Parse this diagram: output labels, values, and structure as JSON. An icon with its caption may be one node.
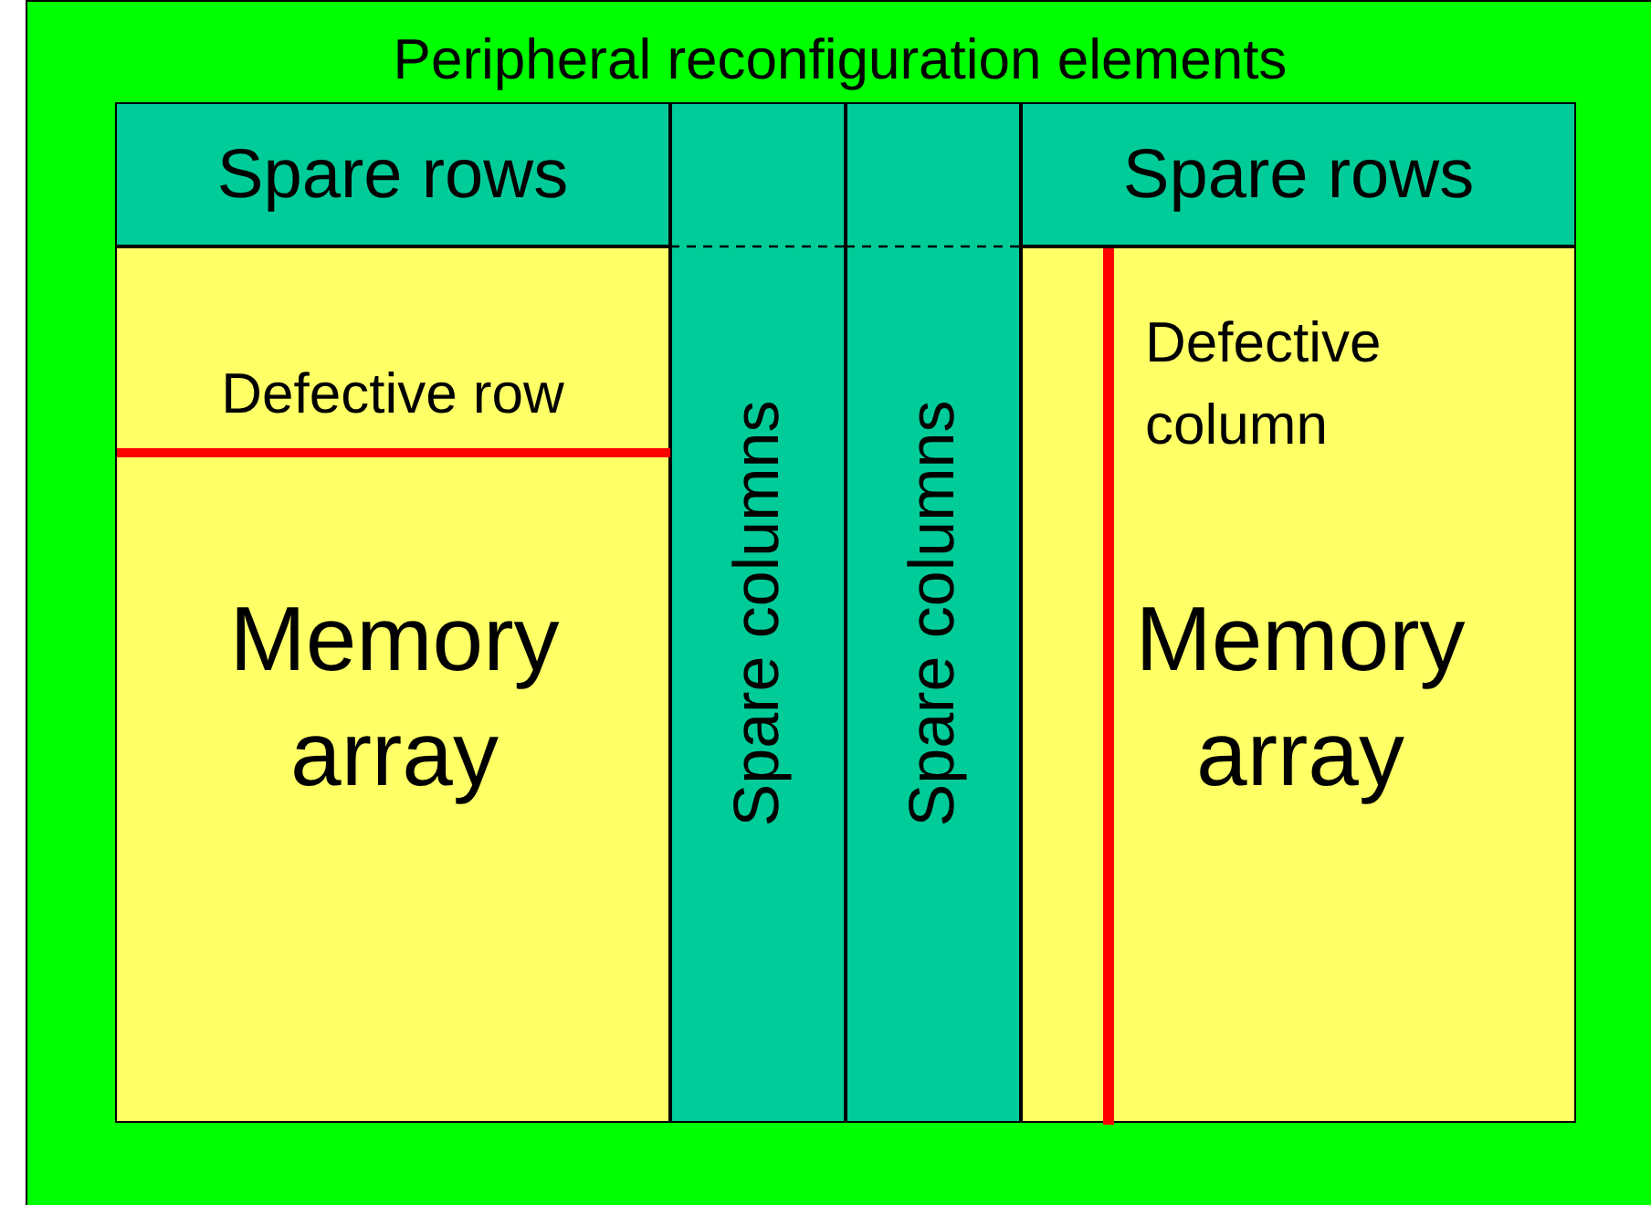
{
  "diagram": {
    "nodes": [
      {
        "text": [
          "Peripheral reconfiguration elements"
        ]
      },
      {
        "text": [
          "Spare rows"
        ],
        "in": 0
      },
      {
        "text": [
          "Defective row",
          "Memory array"
        ],
        "in": 0
      },
      {
        "text": [
          "Spare columns"
        ],
        "in": 0
      },
      {
        "text": [
          "Spare columns"
        ],
        "in": 0
      },
      {
        "text": [
          "Spare rows"
        ],
        "in": 0
      },
      {
        "text": [
          "Defective column",
          "Memory array"
        ],
        "in": 0
      }
    ],
    "edges": []
  }
}
